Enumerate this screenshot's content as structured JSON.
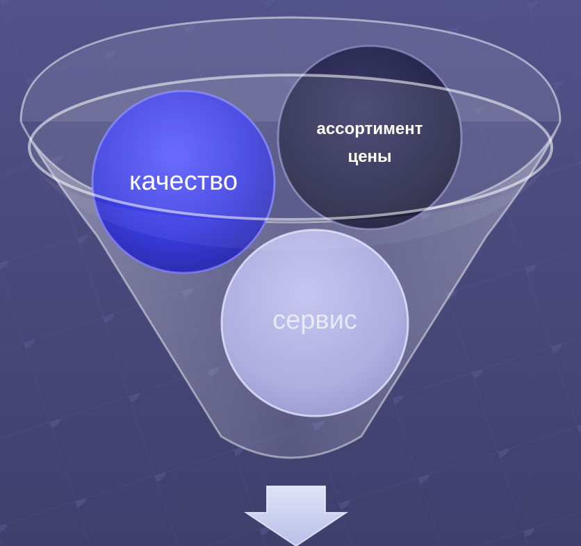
{
  "funnel": {
    "circles": [
      {
        "id": "quality",
        "label": "качество"
      },
      {
        "id": "assortment",
        "lines": [
          "ассортимент",
          "цены"
        ]
      },
      {
        "id": "service",
        "label": "сервис"
      }
    ]
  },
  "colors": {
    "background": "#49497a",
    "quality_circle": "#3c3ee0",
    "assortment_circle": "#2c2c54",
    "service_circle": "#b4b4e6",
    "arrow": "#c8cdee"
  }
}
